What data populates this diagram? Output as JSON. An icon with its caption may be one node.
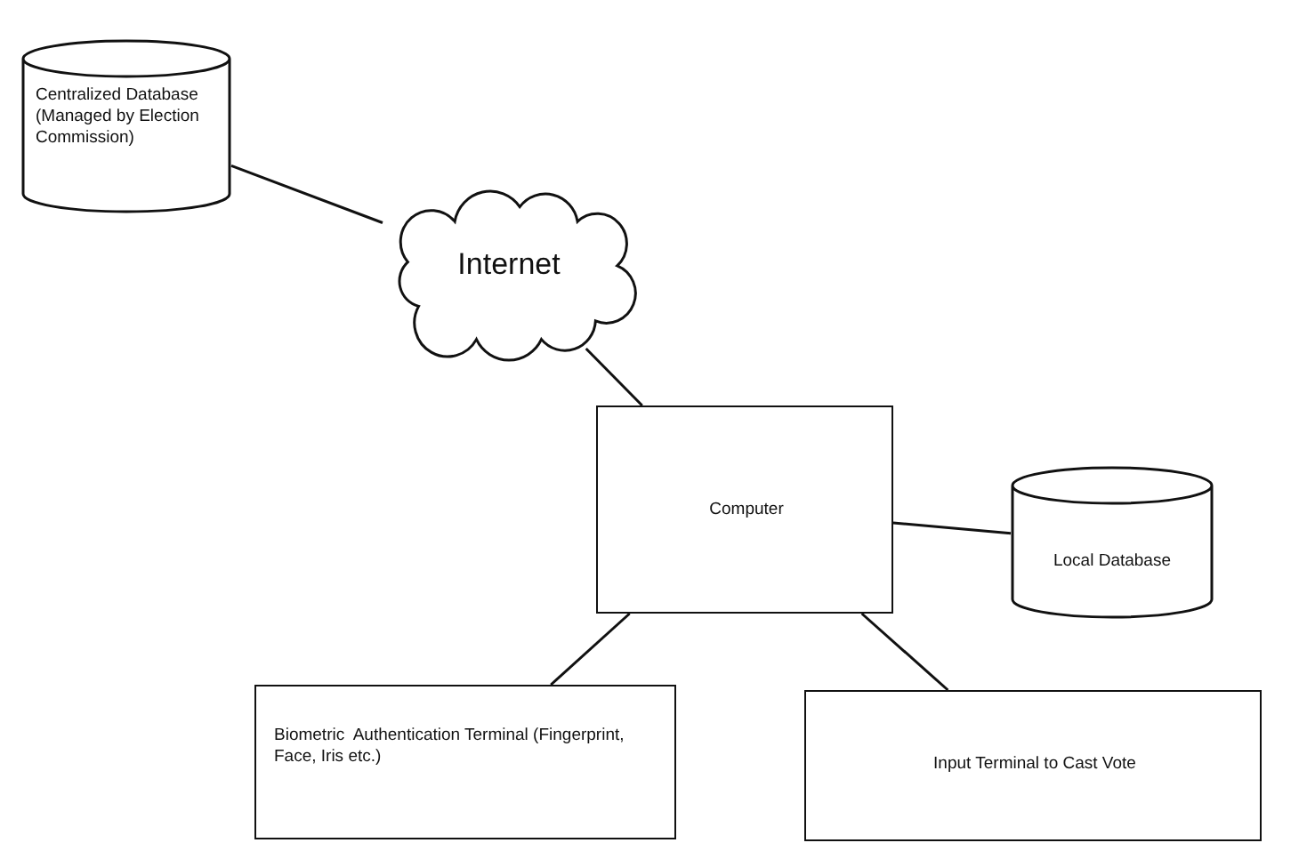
{
  "diagram": {
    "nodes": [
      {
        "text": [
          "Centralized Database (Managed by Election Commission)"
        ]
      },
      {
        "text": [
          "Internet"
        ]
      },
      {
        "text": [
          "Computer"
        ]
      },
      {
        "text": [
          "Local Database"
        ]
      },
      {
        "text": [
          "Biometric  Authentication Terminal (Fingerprint, Face, Iris etc.)"
        ]
      },
      {
        "text": [
          "Input Terminal to Cast Vote"
        ]
      }
    ],
    "edges": [
      {
        "from": 0,
        "to": 1,
        "arrow": "none"
      },
      {
        "from": 1,
        "to": 2,
        "arrow": "none"
      },
      {
        "from": 2,
        "to": 3,
        "arrow": "none"
      },
      {
        "from": 2,
        "to": 4,
        "arrow": "none"
      },
      {
        "from": 2,
        "to": 5,
        "arrow": "none"
      }
    ]
  }
}
